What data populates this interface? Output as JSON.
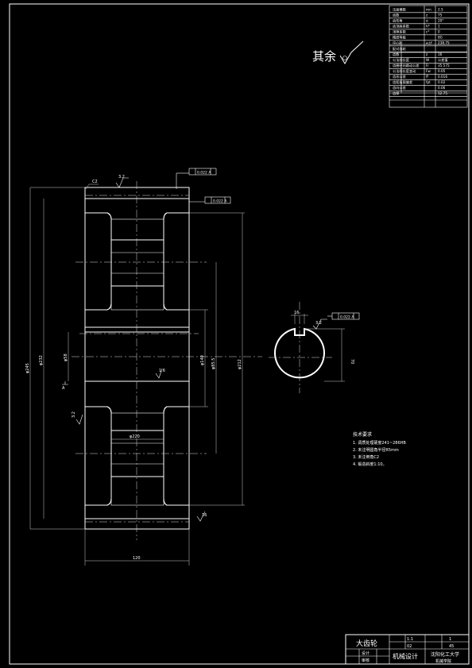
{
  "param_table": {
    "rows": [
      {
        "label": "法面模数",
        "sym": "mn",
        "value": "2.5"
      },
      {
        "label": "齿数",
        "sym": "z",
        "value": "75"
      },
      {
        "label": "齿形角",
        "sym": "α",
        "value": "20°"
      },
      {
        "label": "齿顶高系数",
        "sym": "h*",
        "value": "1"
      },
      {
        "label": "顶隙系数",
        "sym": "c*",
        "value": "0"
      },
      {
        "label": "精度等级",
        "sym": "",
        "value": "8G"
      },
      {
        "label": "中心距",
        "sym": "a±f",
        "value": "238.75"
      }
    ],
    "rows2": [
      {
        "label": "配对齿轮",
        "sym": "",
        "value": ""
      },
      {
        "label": "齿数",
        "sym": "z",
        "value": "16"
      },
      {
        "label": "公法线长度",
        "sym": "W",
        "value": "公差值"
      },
      {
        "label": "齿圈径向跳动公差",
        "sym": "Fr",
        "value": "35.575"
      },
      {
        "label": "公法线长度变动",
        "sym": "Fw",
        "value": "0.05"
      },
      {
        "label": "齿形公差",
        "sym": "ff",
        "value": "0.016"
      },
      {
        "label": "齿距极限偏差",
        "sym": "fpt",
        "value": "0.02"
      },
      {
        "label": "齿向公差",
        "sym": "",
        "value": "0.06"
      },
      {
        "label": "齿厚",
        "sym": "",
        "value": "12.75"
      }
    ]
  },
  "surface_note": "其余",
  "roughness_values": {
    "top": "3.2",
    "keyway": "3.2",
    "bore": "1.6",
    "left": "3.2",
    "bottom_right": "16"
  },
  "tolerances": {
    "flatness_top": "0.022 A",
    "runout": "0.022 A",
    "keyway_sym": "0.022 A"
  },
  "dimensions": {
    "left_outer": "φ245",
    "left_mid": "φ232",
    "bore_left": "φ58",
    "hub_a": "φ140",
    "hub_b": "φ85.5",
    "right_outer": "φ212",
    "web": "φ220",
    "chamfer": "C2",
    "width": "120",
    "keyway_width": "16",
    "keyway_depth": "70",
    "datum": "A"
  },
  "tech_requirements": {
    "heading": "技术要求",
    "items": [
      "1. 调质处理硬度241~286HB",
      "2. 未注明圆角半径R5mm",
      "3. 未注倒角C2",
      "4. 锻造斜度1:10。"
    ]
  },
  "title_block": {
    "part_name": "大齿轮",
    "scale": "1:1",
    "sheet": "1",
    "material": "45",
    "designer": "设计",
    "checker": "审核",
    "course": "机械设计",
    "school": "沈阳化工大学",
    "dept": "机械学院",
    "drawing_no": "02"
  }
}
